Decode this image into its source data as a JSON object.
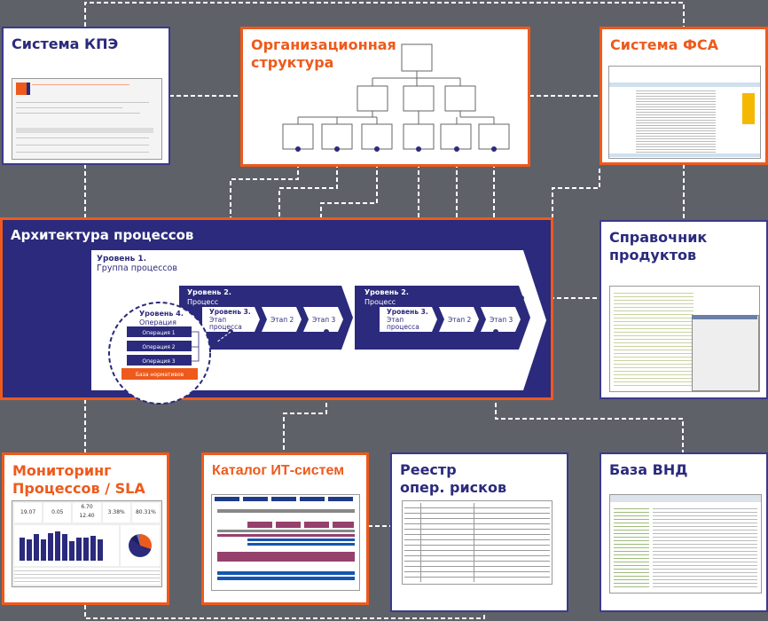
{
  "boxes": {
    "kpe": "Система КПЭ",
    "org": [
      "Организационная",
      "структура"
    ],
    "fsa": "Система ФСА",
    "products": [
      "Справочник",
      "продуктов"
    ],
    "monitoring": [
      "Мониторинг",
      "Процессов / SLA"
    ],
    "catalog": "Каталог ИТ-систем",
    "risks": [
      "Реестр",
      "опер. рисков"
    ],
    "vnd": "База ВНД"
  },
  "architecture": {
    "title": "Архитектура процессов",
    "level1": {
      "label": "Уровень 1.",
      "name": "Группа процессов"
    },
    "level2": {
      "label": "Уровень 2.",
      "name": "Процесс"
    },
    "level3": {
      "label": "Уровень 3.",
      "name": [
        "Этап",
        "процесса"
      ]
    },
    "stage2": "Этап 2",
    "stage3": "Этап 3",
    "level4": {
      "label": "Уровень 4.",
      "name": "Операция"
    },
    "operations": [
      "Операция 1",
      "Операция 2",
      "Операция 3"
    ],
    "norms": "База нормативов"
  },
  "monitoring_kpis": [
    "19.07",
    "0.05",
    "6.70",
    "12.40",
    "3.38%",
    "80.31%"
  ],
  "colors": {
    "navy": "#2b2a7c",
    "orange": "#ee5a1c",
    "background": "#5f6169"
  }
}
